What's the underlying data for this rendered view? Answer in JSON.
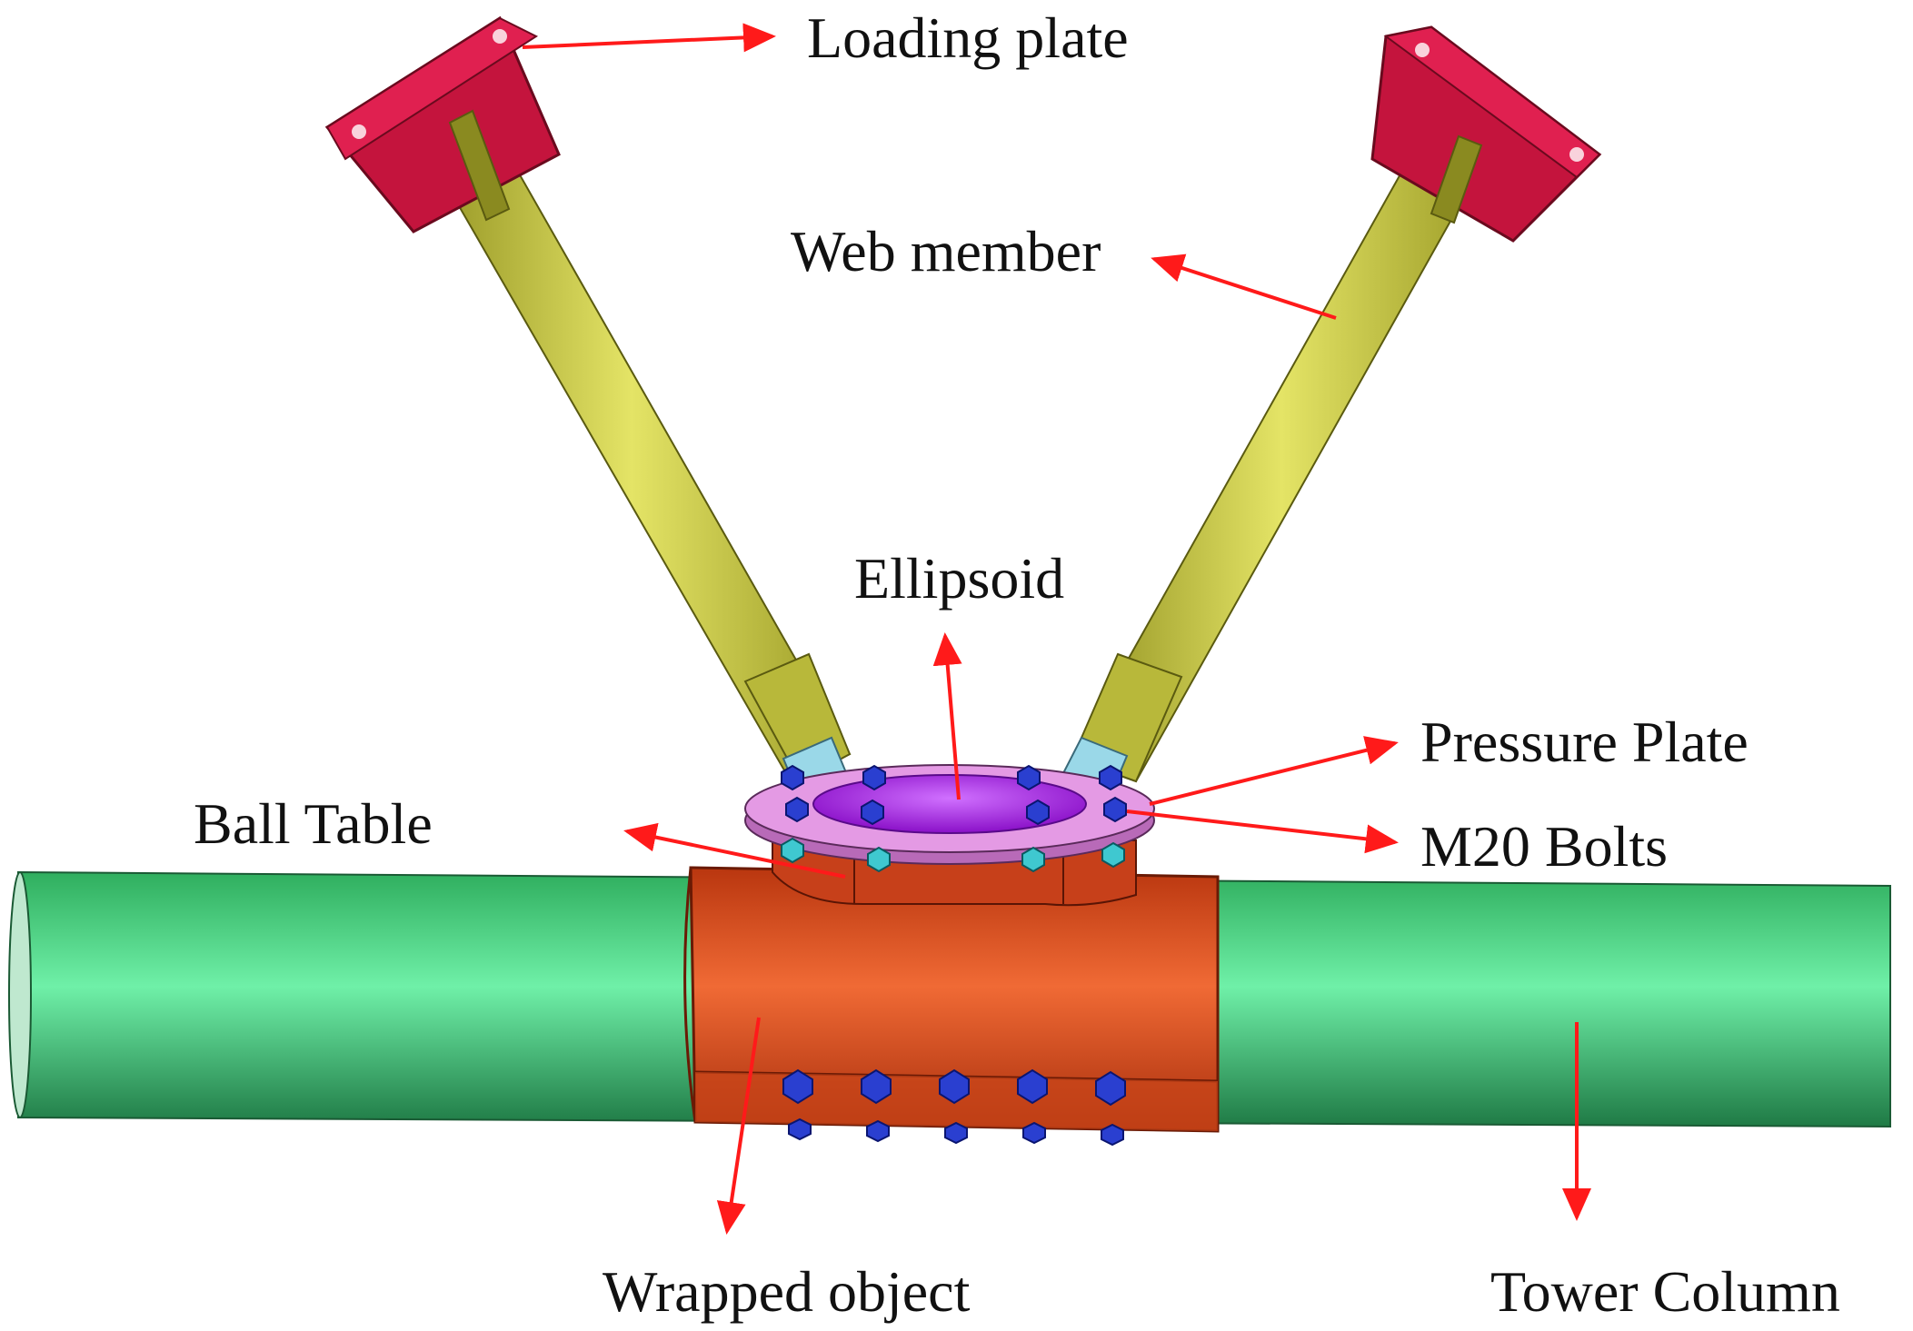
{
  "labels": {
    "loading_plate": "Loading plate",
    "web_member": "Web member",
    "ellipsoid": "Ellipsoid",
    "pressure_plate": "Pressure Plate",
    "m20_bolts": "M20 Bolts",
    "ball_table": "Ball Table",
    "wrapped_object": "Wrapped object",
    "tower_column": "Tower Column"
  },
  "colors": {
    "tower_column": "#3ccf7a",
    "wrapped_object": "#d9481c",
    "web_member": "#c8c83a",
    "loading_plate": "#b8123a",
    "pressure_plate": "#d88ad8",
    "ellipsoid": "#a020e0",
    "bolts": "#2a3fd0",
    "nuts": "#3fc8d0",
    "arrow": "#ff1a1a"
  }
}
